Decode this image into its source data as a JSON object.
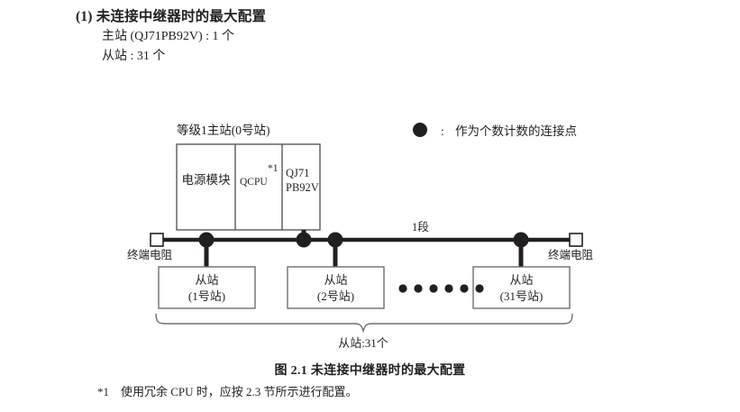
{
  "page": {
    "section_number": "(1)",
    "section_heading": "(1)  未连接中继器时的最大配置",
    "spec_lines": [
      "主站 (QJ71PB92V) : 1 个",
      "从站 : 31 个"
    ],
    "figure_caption": "图 2.1  未连接中继器时的最大配置",
    "footnote_mark": "*1",
    "footnote_text": "使用冗余 CPU 时，应按 2.3 节所示进行配置。"
  },
  "diagram": {
    "master_title": "等级1主站(0号站)",
    "master_modules": [
      {
        "label": "电源模块",
        "note": ""
      },
      {
        "label": "QCPU",
        "note": "*1"
      },
      {
        "label_line1": "QJ71",
        "label_line2": "PB92V",
        "note": ""
      }
    ],
    "segment_label": "1段",
    "terminator_left_label": "终端电阻",
    "terminator_right_label": "终端电阻",
    "slaves": [
      {
        "line1": "从站",
        "line2": "(1号站)"
      },
      {
        "line1": "从站",
        "line2": "(2号站)"
      },
      {
        "line1": "从站",
        "line2": "(31号站)"
      }
    ],
    "ellipsis_dot_count": 6,
    "brace_label": "从站:31个",
    "legend": {
      "symbol": "filled-circle",
      "separator": ":",
      "text": "作为个数计数的连接点"
    },
    "colors": {
      "line": "#231f20",
      "box_border": "#6d6e71",
      "text": "#231f20",
      "background": "#ffffff"
    }
  }
}
